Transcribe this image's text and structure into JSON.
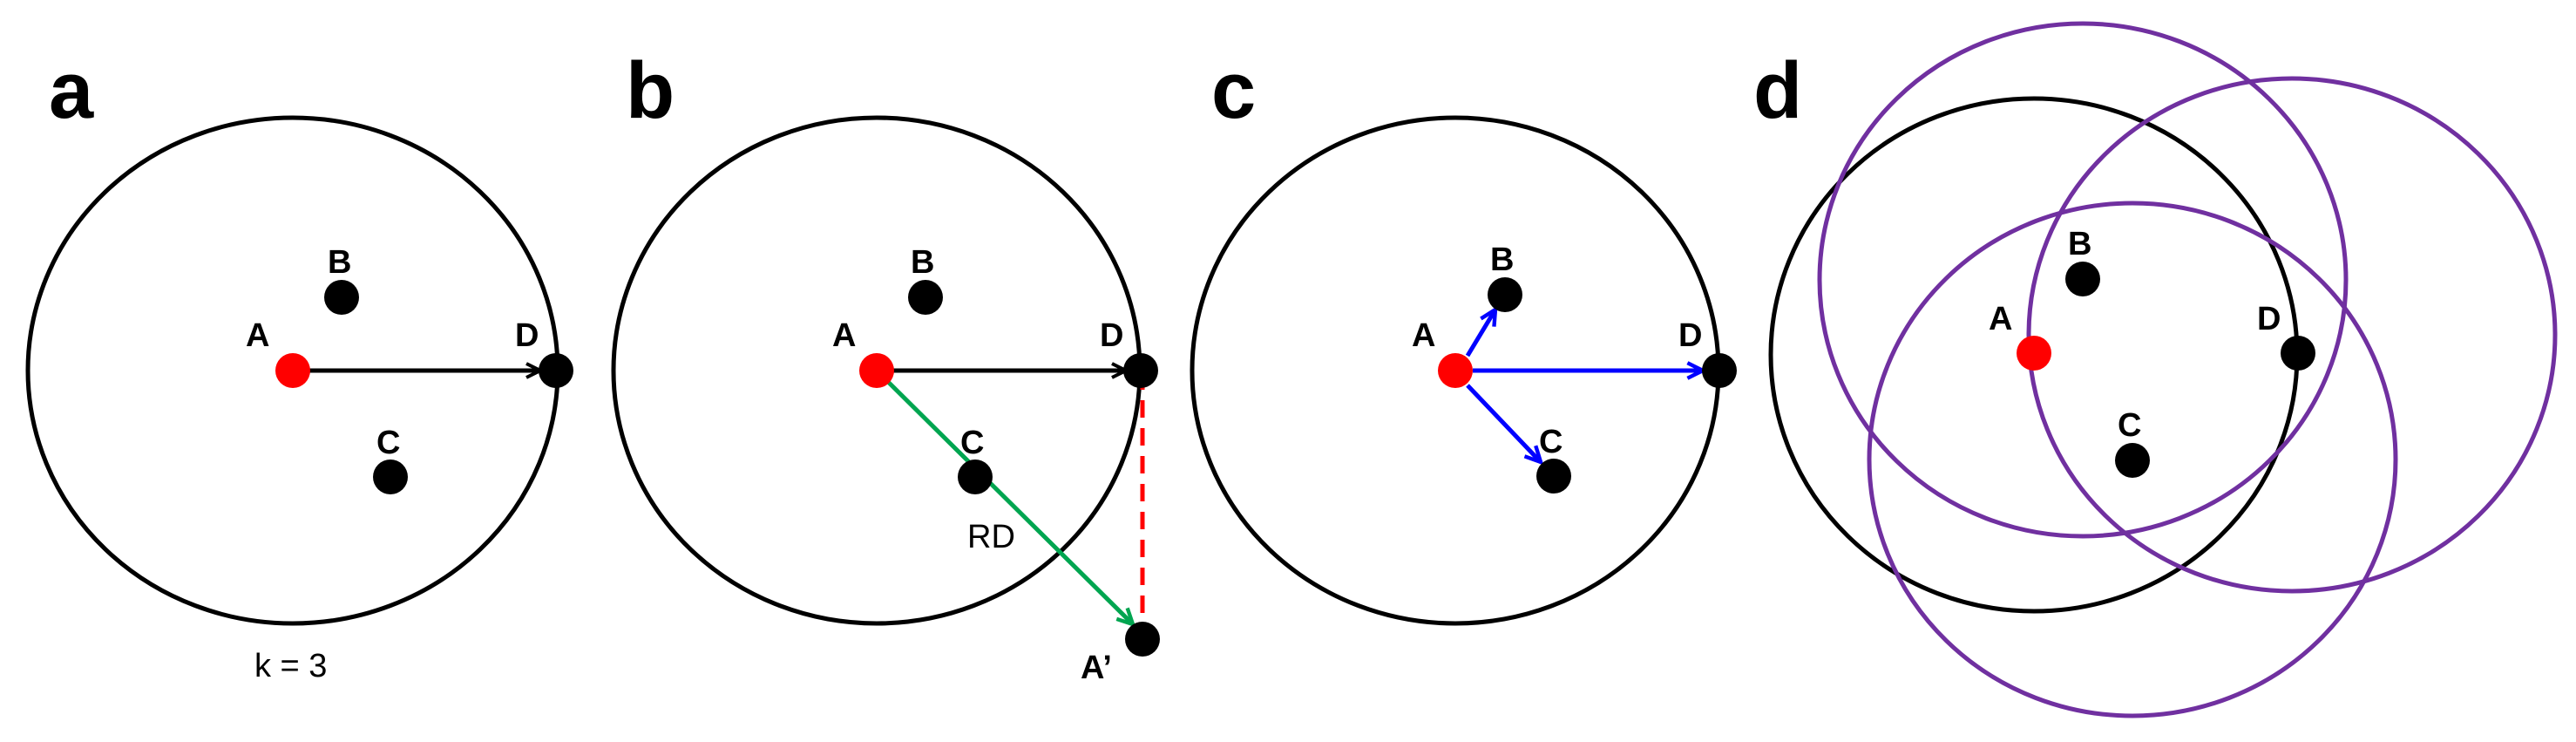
{
  "colors": {
    "query_point": "#ff0000",
    "neighbor_point": "#000000",
    "circle": "#000000",
    "green_arrow": "#00a550",
    "red_dashed": "#ff0000",
    "blue_arrow": "#0000ff",
    "purple_circle": "#7030a0"
  },
  "panels": [
    {
      "letter": "a",
      "labels": {
        "A": "A",
        "B": "B",
        "C": "C",
        "D": "D"
      },
      "caption": "k = 3"
    },
    {
      "letter": "b",
      "labels": {
        "A": "A",
        "B": "B",
        "C": "C",
        "D": "D",
        "A_prime": "A’"
      },
      "rd_label": "RD"
    },
    {
      "letter": "c",
      "labels": {
        "A": "A",
        "B": "B",
        "C": "C",
        "D": "D"
      }
    },
    {
      "letter": "d",
      "labels": {
        "A": "A",
        "B": "B",
        "C": "C",
        "D": "D"
      }
    }
  ]
}
